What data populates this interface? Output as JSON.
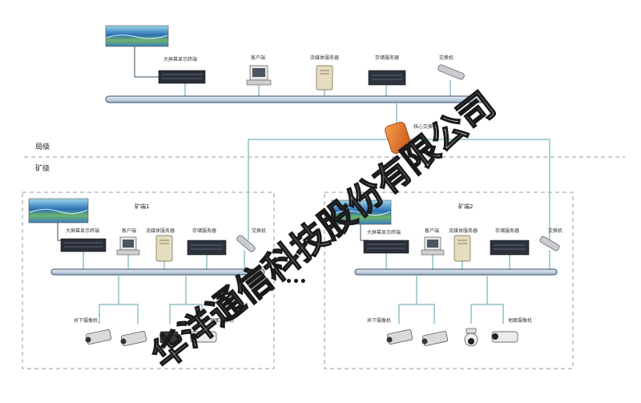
{
  "top": {
    "labels": {
      "display_server": "大屏幕显示终端",
      "client": "客户端",
      "stream_server": "流媒体服务器",
      "storage_server": "存储服务器",
      "switch": "交换机"
    }
  },
  "core_switch_label": "核心交换机",
  "section_labels": {
    "upper": "局级",
    "lower": "矿级"
  },
  "mines": [
    {
      "title": "矿端1",
      "labels": {
        "display_server": "大屏幕显示终端",
        "client": "客户端",
        "stream_server": "流媒体服务器",
        "storage_server": "存储服务器",
        "switch": "交换机",
        "cam_group_a": "井下摄像机",
        "cam_group_b": "地面摄像机"
      }
    },
    {
      "title": "矿端2",
      "labels": {
        "display_server": "大屏幕显示终端",
        "client": "客户端",
        "stream_server": "流媒体服务器",
        "storage_server": "存储服务器",
        "switch": "交换机",
        "cam_group_a": "井下摄像机",
        "cam_group_b": "地面摄像机"
      }
    }
  ],
  "ellipsis": "•••",
  "watermark": "华洋通信科技股份有限公司",
  "colors": {
    "bus_fill": "#c9d8e6",
    "bus_stroke": "#3a4f66",
    "link": "#8ec3c7",
    "core_switch": "#e8702a",
    "dash": "#999999"
  }
}
